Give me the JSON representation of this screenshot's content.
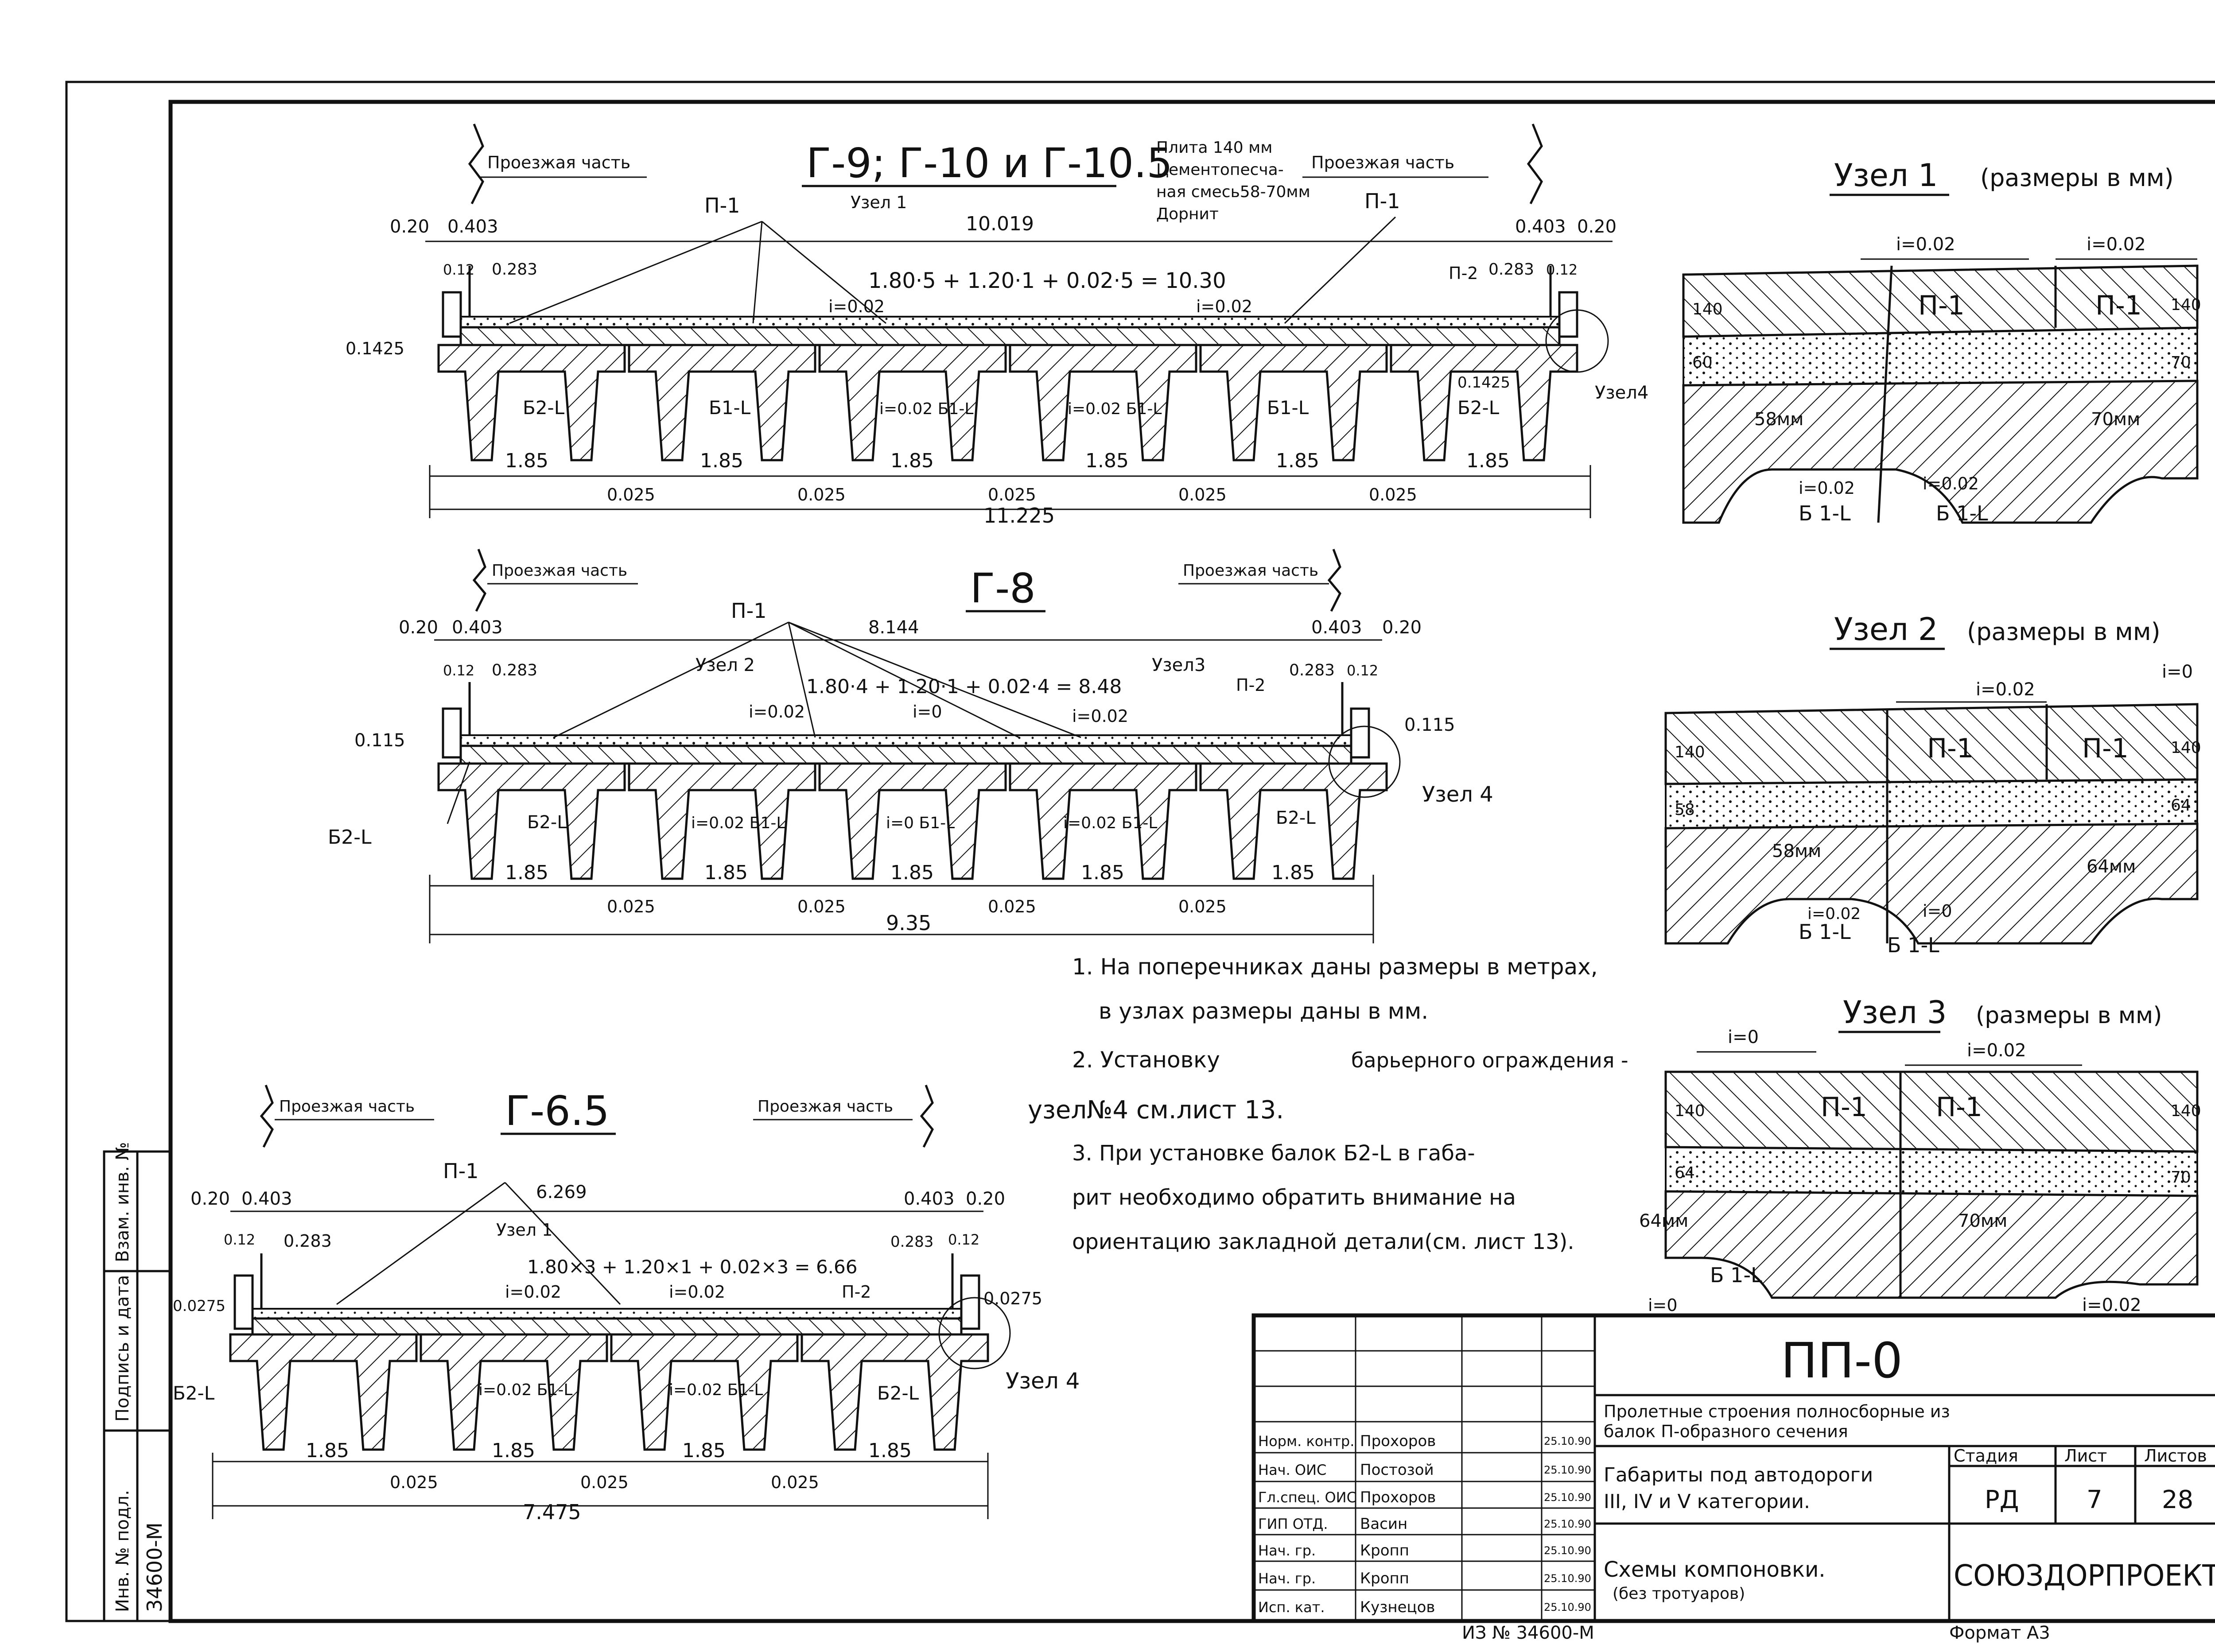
{
  "s1": {
    "title": "Г-9; Г-10 и Г-10.5",
    "lane_left": "Проезжая часть",
    "lane_right": "Проезжая часть",
    "p1": "П-1",
    "p2": "П-2",
    "node1": "Узел 1",
    "node4": "Узел4",
    "width_top": "10.019",
    "formula": "1.80·5 + 1.20·1 + 0.02·5 = 10.30",
    "d020l": "0.20",
    "d0403l": "0.403",
    "d0403r": "0.403",
    "d020r": "0.20",
    "d012l": "0.12",
    "d0283l": "0.283",
    "d0283r": "0.283",
    "d012r": "0.12",
    "d01425l": "0.1425",
    "d01425r": "0.1425",
    "slope_l": "i=0.02",
    "slope_r": "i=0.02",
    "beams": [
      "Б2-L",
      "Б1-L",
      "i=0.02 Б1-L",
      "i=0.02 Б1-L",
      "Б1-L",
      "Б2-L"
    ],
    "spans": [
      "1.85",
      "1.85",
      "1.85",
      "1.85",
      "1.85",
      "1.85"
    ],
    "gaps": [
      "0.025",
      "0.025",
      "0.025",
      "0.025",
      "0.025"
    ],
    "total": "11.225"
  },
  "notes_plate": [
    "Плита 140 мм",
    "Цементопесча-",
    "ная смесь58-70мм",
    "Дорнит"
  ],
  "s2": {
    "title": "Г-8",
    "lane_left": "Проезжая часть",
    "lane_right": "Проезжая часть",
    "p1": "П-1",
    "p2": "П-2",
    "node2": "Узел 2",
    "node3": "Узел3",
    "node4": "Узел 4",
    "width_top": "8.144",
    "formula": "1.80·4 + 1.20·1 + 0.02·4 = 8.48",
    "d020l": "0.20",
    "d0403l": "0.403",
    "d0403r": "0.403",
    "d020r": "0.20",
    "d012l": "0.12",
    "d0283l": "0.283",
    "d0283r": "0.283",
    "d012r": "0.12",
    "d0115l": "0.115",
    "d0115r": "0.115",
    "slope_a": "i=0.02",
    "slope_b": "i=0",
    "slope_c": "i=0.02",
    "beam_b2": "Б2-L",
    "beams": [
      "Б2-L",
      "i=0.02 Б1-L",
      "i=0 Б1-L",
      "i=0.02 Б1-L",
      "Б2-L"
    ],
    "spans": [
      "1.85",
      "1.85",
      "1.85",
      "1.85",
      "1.85"
    ],
    "gaps": [
      "0.025",
      "0.025",
      "0.025",
      "0.025"
    ],
    "total": "9.35"
  },
  "s3": {
    "title": "Г-6.5",
    "lane_left": "Проезжая часть",
    "lane_right": "Проезжая часть",
    "p1": "П-1",
    "p2": "П-2",
    "node1": "Узел 1",
    "node4": "Узел 4",
    "width_top": "6.269",
    "formula": "1.80×3 + 1.20×1 + 0.02×3 = 6.66",
    "d020l": "0.20",
    "d0403l": "0.403",
    "d0403r": "0.403",
    "d020r": "0.20",
    "d012l": "0.12",
    "d0283l": "0.283",
    "d0283r": "0.283",
    "d012r": "0.12",
    "d01275l": "0.0275",
    "d01275r": "0.0275",
    "slope_l": "i=0.02",
    "slope_r": "i=0.02",
    "beams": [
      "Б2-L",
      "i=0.02 Б1-L",
      "i=0.02 Б1-L",
      "Б2-L"
    ],
    "spans": [
      "1.85",
      "1.85",
      "1.85",
      "1.85"
    ],
    "gaps": [
      "0.025",
      "0.025",
      "0.025"
    ],
    "total": "7.475"
  },
  "nodes": {
    "n1_title": "Узел 1",
    "n1_units": "(размеры в мм)",
    "n2_title": "Узел 2",
    "n2_units": "(размеры в мм)",
    "n3_title": "Узел 3",
    "n3_units": "(размеры в мм)",
    "n1": {
      "i1": "i=0.02",
      "i2": "i=0.02",
      "p1": "П-1",
      "p1b": "П-1",
      "h140": "140",
      "h60": "60",
      "h140r": "140",
      "h70": "70",
      "mm58": "58мм",
      "mm70": "70мм",
      "bi1": "i=0.02",
      "bi2": "i=0.02",
      "b1": "Б 1-L",
      "b2": "Б 1-L"
    },
    "n2": {
      "i1": "i=0.02",
      "i2": "i=0",
      "p1": "П-1",
      "p1b": "П-1",
      "h140": "140",
      "h58": "58",
      "h140r": "140",
      "h64": "64",
      "mm58": "58мм",
      "mm64": "64мм",
      "bi1": "i=0.02",
      "bi2": "i=0",
      "b1": "Б 1-L",
      "b2": "Б 1-L"
    },
    "n3": {
      "i1": "i=0",
      "i2": "i=0.02",
      "p1": "П-1",
      "p1b": "П-1",
      "h140": "140",
      "h64": "64",
      "h140r": "140",
      "h70": "70",
      "mm64": "64мм",
      "mm70": "70мм",
      "b1": "Б 1-L",
      "ib": "i=0",
      "ibr": "i=0.02"
    }
  },
  "notes": [
    "1. На поперечниках даны размеры в метрах,",
    "в узлах размеры даны в мм.",
    "2. Установку",
    "барьерного ограждения -",
    "узел№4 см.лист 13.",
    "3. При установке балок Б2-L в габа-",
    "рит необходимо обратить внимание на",
    "ориентацию закладной детали(см. лист 13)."
  ],
  "sidebar": {
    "inv": "Инв. № подл.",
    "sign": "Подпись и дата",
    "vzam": "Взам. инв. №",
    "num": "34600-М"
  },
  "title_block": {
    "code": "ПП-0",
    "desc1": "Пролетные строения полносборные из",
    "desc2": "балок П-образного сечения",
    "sub1": "Габариты под автодороги",
    "sub2": "III, IV и V категории.",
    "sub3": "Схемы компоновки.",
    "sub4": "(без тротуаров)",
    "stage_h": "Стадия",
    "sheet_h": "Лист",
    "sheets_h": "Листов",
    "stage": "РД",
    "sheet": "7",
    "sheets": "28",
    "org": "СОЮЗДОРПРОЕКТ",
    "roles": [
      "Норм. контр.",
      "Нач. ОИС",
      "Гл.спец. ОИС",
      "ГИП ОТД.",
      "Нач. гр.",
      "Нач. гр.",
      "Исп. кат."
    ],
    "names": [
      "Прохоров",
      "Постозой",
      "Прохоров",
      "Васин",
      "Кропп",
      "Кропп",
      "Кузнецов"
    ],
    "dates": [
      "25.10.90",
      "25.10.90",
      "25.10.90",
      "25.10.90",
      "25.10.90",
      "25.10.90",
      "25.10.90"
    ],
    "bottom_code": "ИЗ № 34600-М",
    "format": "Формат А3"
  }
}
